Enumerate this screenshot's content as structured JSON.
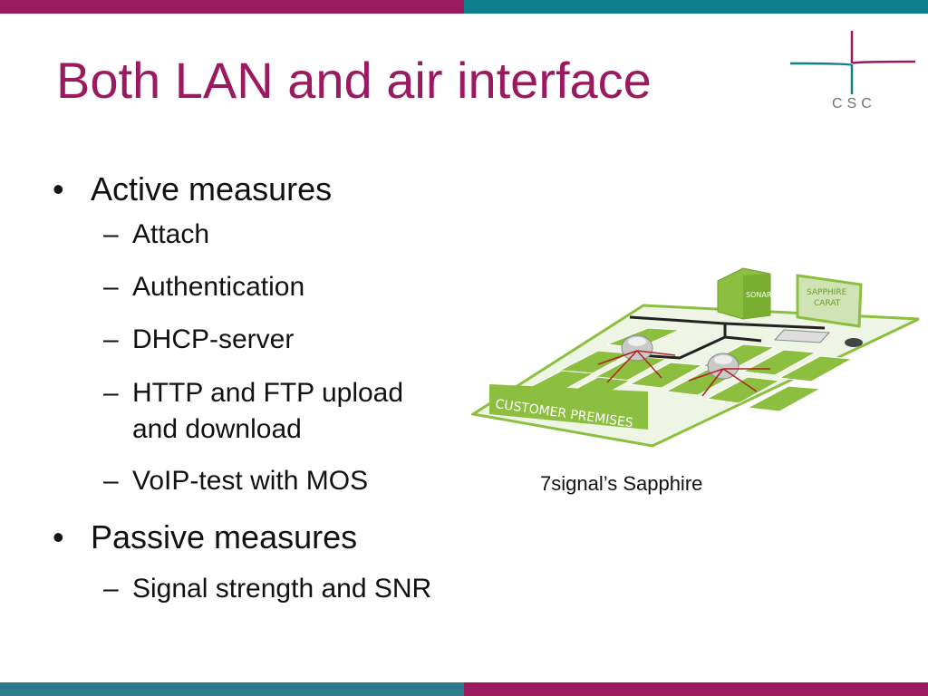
{
  "slide": {
    "title": "Both LAN and air interface",
    "logo": {
      "name": "csc-logo",
      "text": "CSC"
    },
    "bullets": [
      {
        "text": "Active measures",
        "sub": [
          "Attach",
          "Authentication",
          "DHCP-server",
          "HTTP and FTP upload and download",
          "VoIP-test with MOS"
        ]
      },
      {
        "text": "Passive measures",
        "sub": [
          "Signal strength and SNR"
        ]
      }
    ],
    "bullet_char": "•",
    "dash_char": "–",
    "figure": {
      "caption": "7signal’s Sapphire",
      "labels": {
        "floor": "CUSTOMER PREMISES",
        "server": "SONAR",
        "monitor_line1": "SAPPHIRE",
        "monitor_line2": "CARAT"
      }
    }
  },
  "colors": {
    "title": "#9b1a5f",
    "magenta_bar": "#9b1a5f",
    "teal_bar": "#0e7f8c",
    "bottom_teal": "#2e7a8e",
    "figure_green": "#8cbf3f"
  }
}
